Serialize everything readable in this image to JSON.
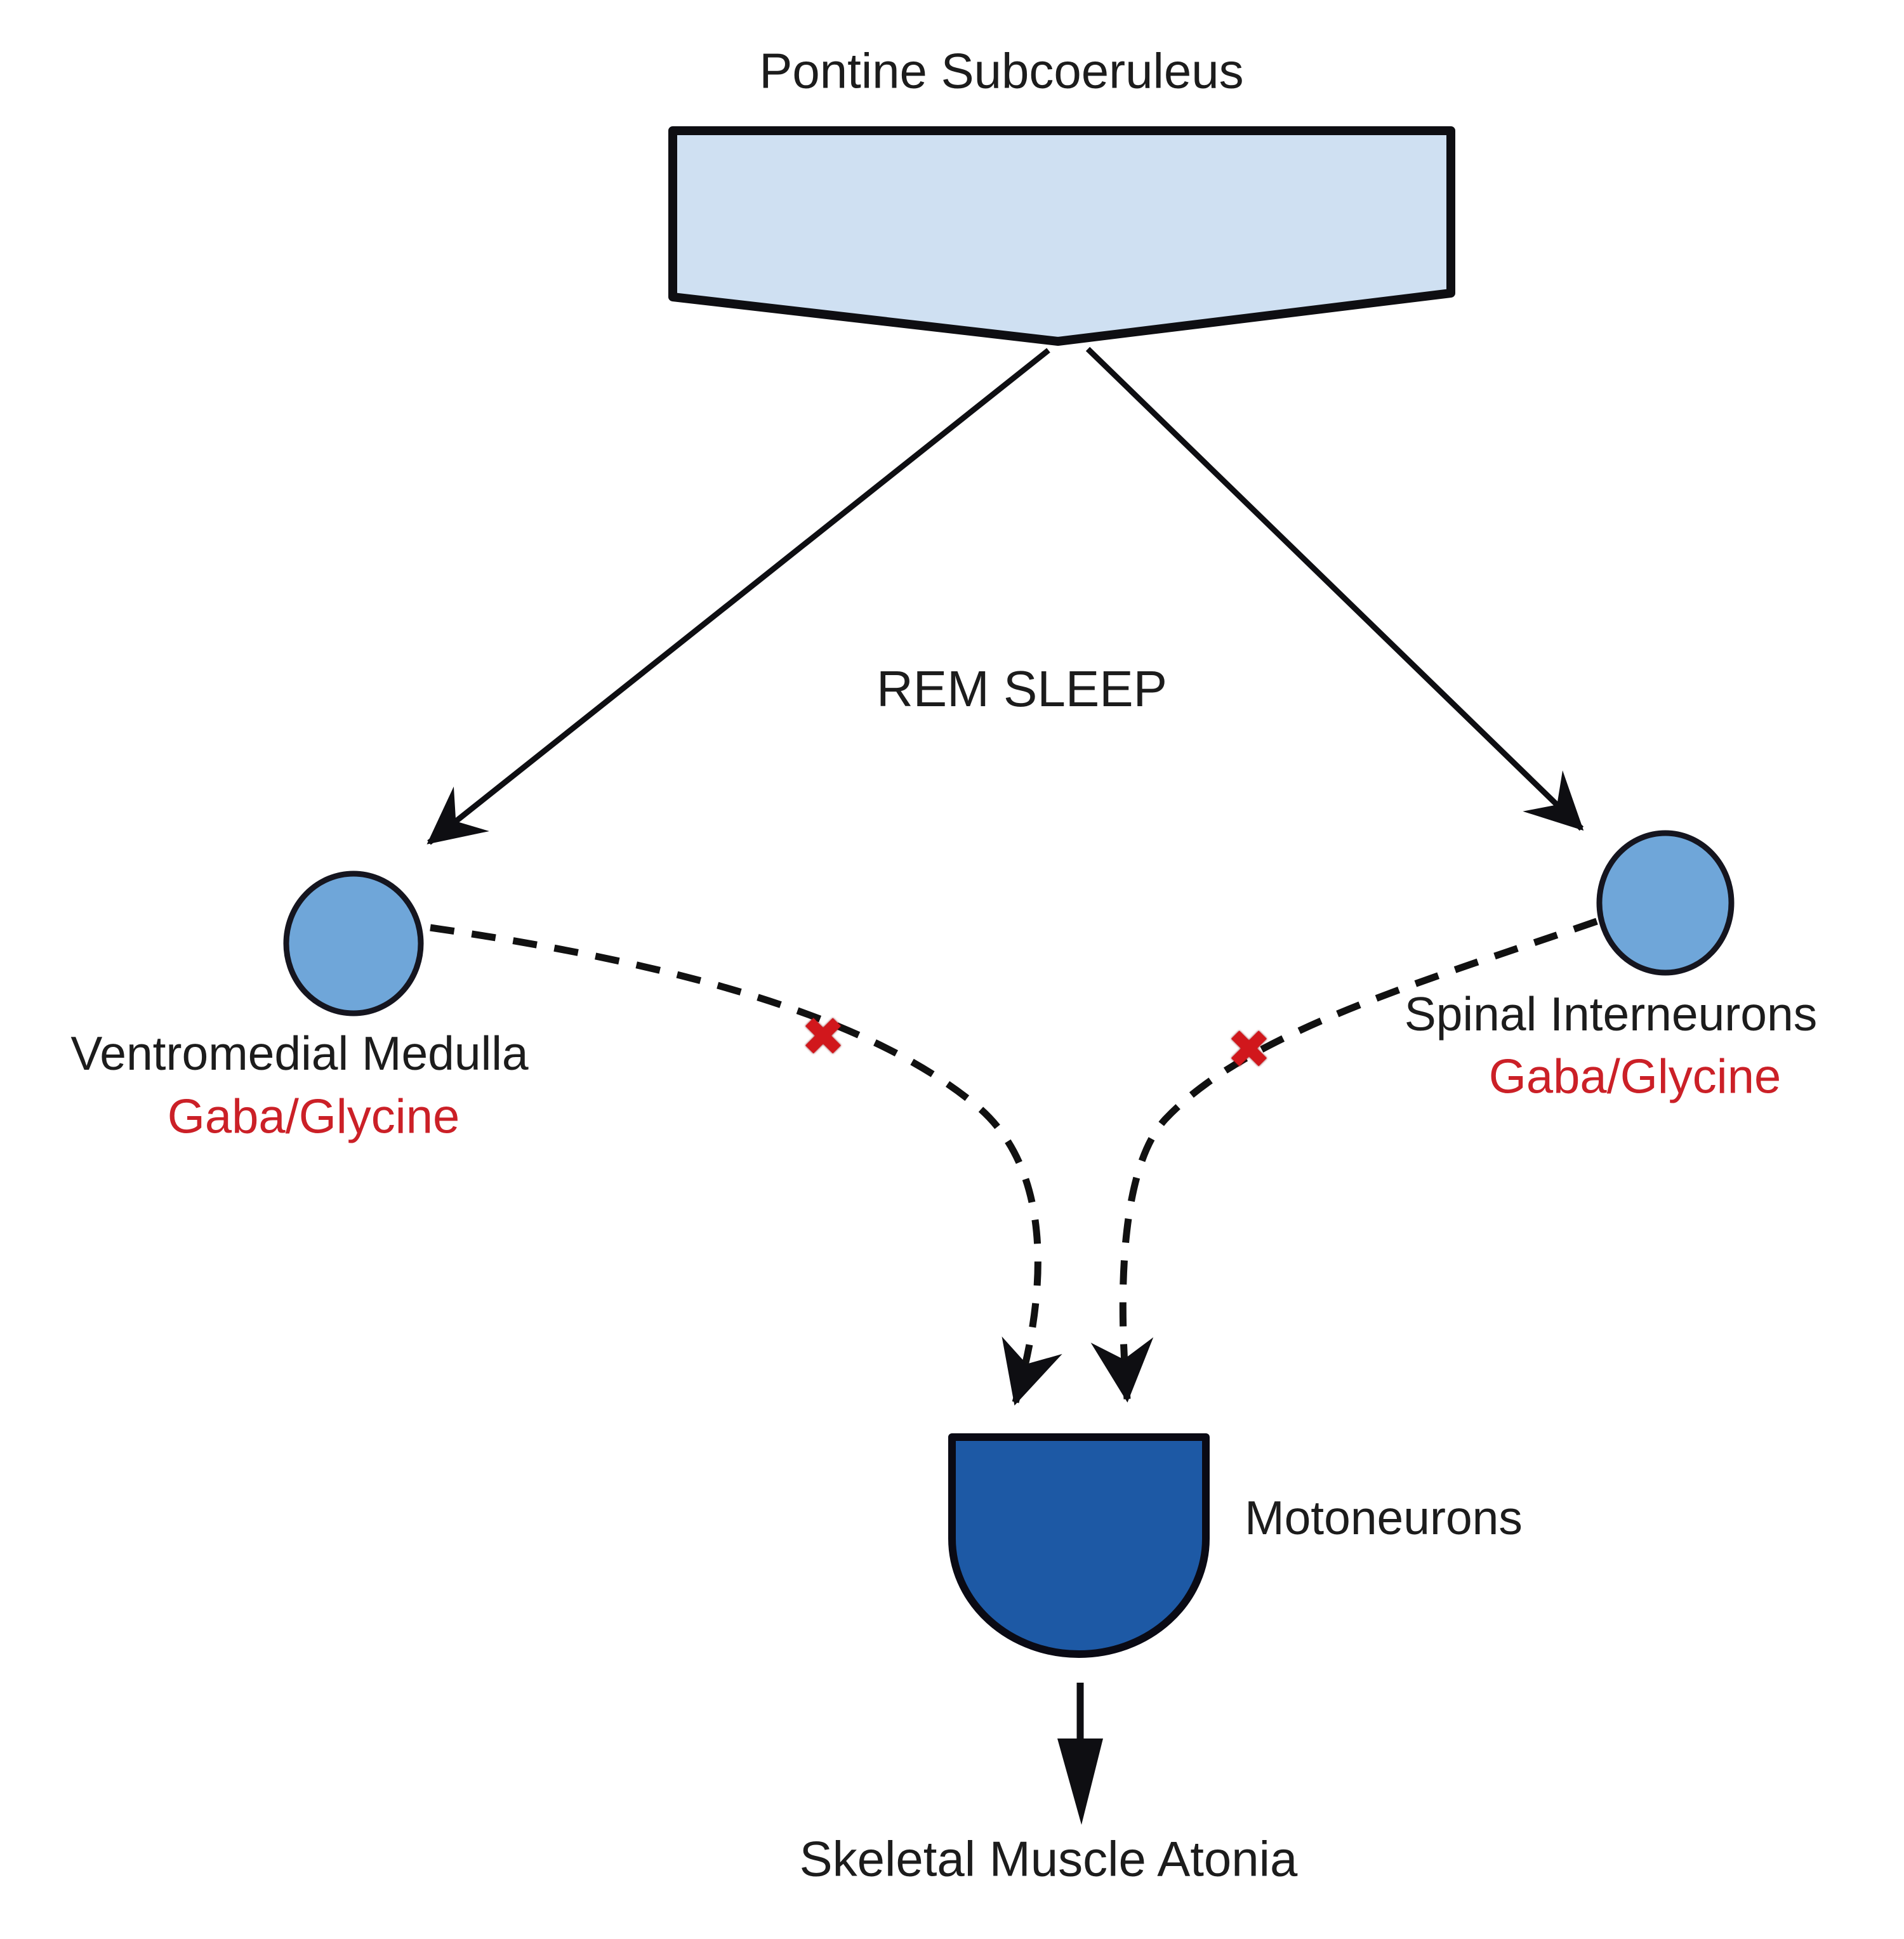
{
  "diagram": {
    "title": "Pontine Subcoeruleus",
    "rem_label": "REM SLEEP",
    "left_node": {
      "name": "Ventromedial Medulla",
      "transmitter": "Gaba/Glycine"
    },
    "right_node": {
      "name": "Spinal Interneurons",
      "transmitter": "Gaba/Glycine"
    },
    "target_node": {
      "name": "Motoneurons"
    },
    "outcome_label": "Skeletal Muscle Atonia",
    "inhibit_mark": "✖",
    "colors": {
      "pontine_fill": "#cfe0f2",
      "neuron_fill": "#6fa6d9",
      "motoneuron_fill": "#1d59a5",
      "outline_black": "#0e0e12",
      "inhibit_red": "#d1171c",
      "transmitter_red": "#cb2027"
    }
  }
}
